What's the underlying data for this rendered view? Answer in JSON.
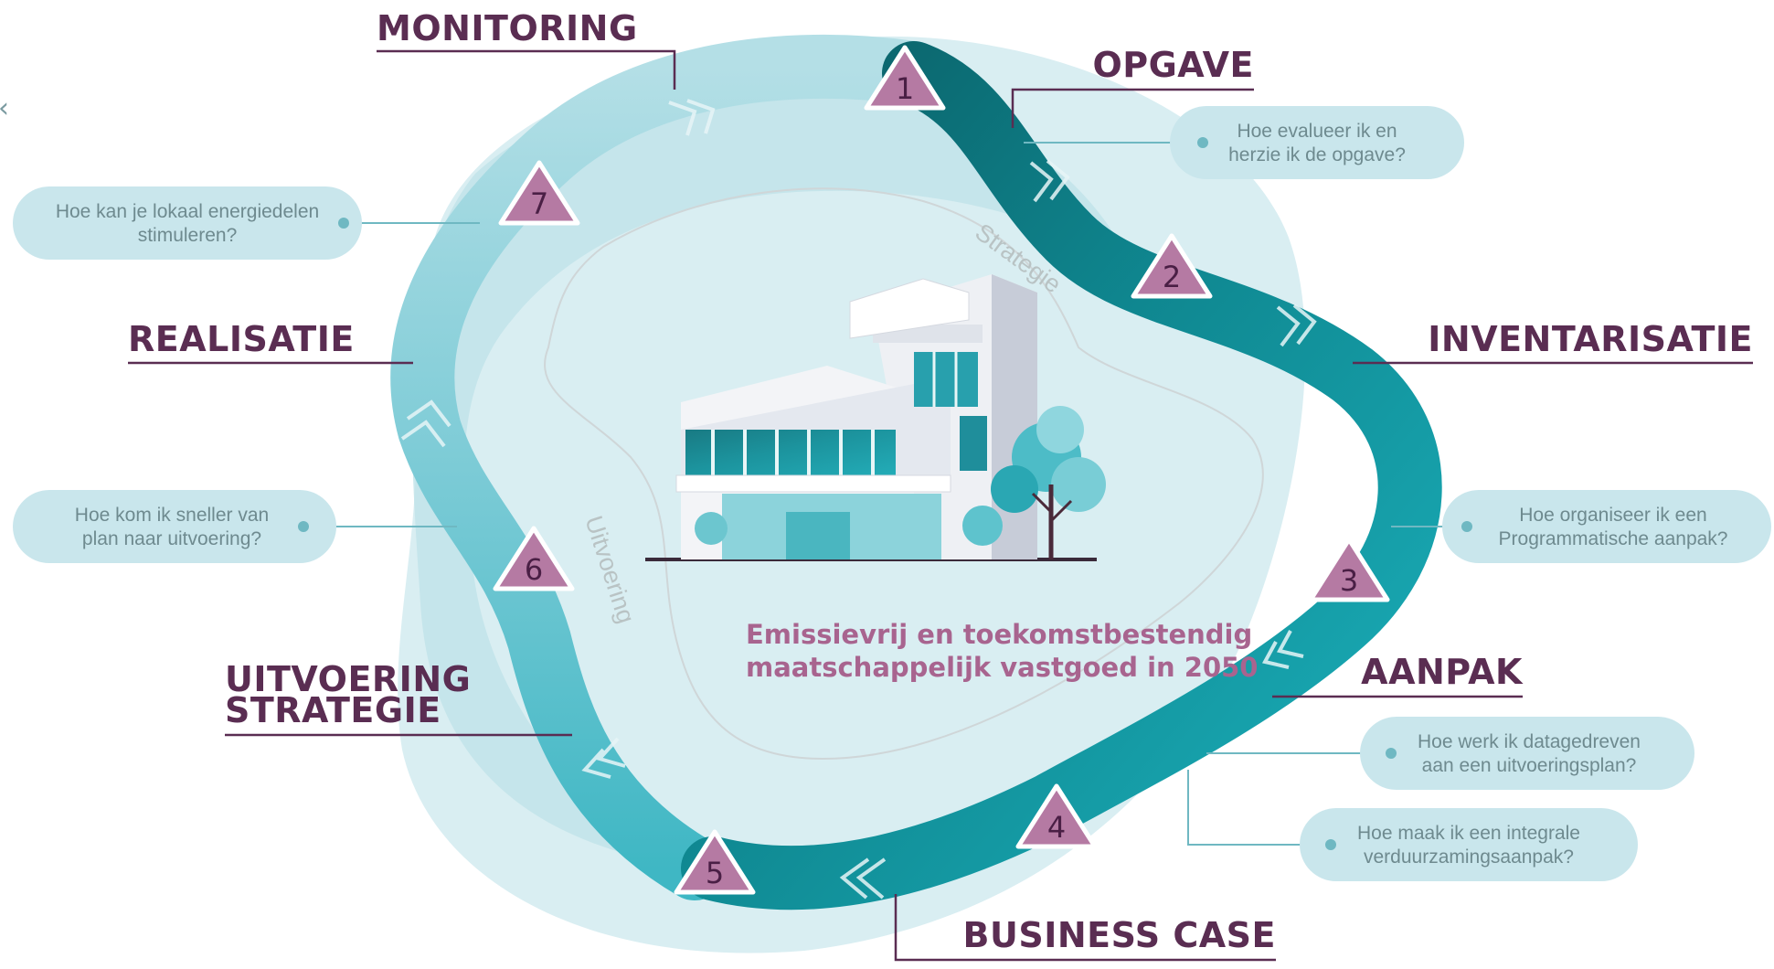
{
  "back_glyph": "‹",
  "center_title_line1": "Emissievrij en toekomstbestendig",
  "center_title_line2": "maatschappelijk vastgoed in 2050",
  "inner_labels": {
    "strategie": "Strategie",
    "uitvoering": "Uitvoering"
  },
  "phases": [
    {
      "id": "monitoring",
      "label": "MONITORING"
    },
    {
      "id": "opgave",
      "label": "OPGAVE"
    },
    {
      "id": "inventarisatie",
      "label": "INVENTARISATIE"
    },
    {
      "id": "aanpak",
      "label": "AANPAK"
    },
    {
      "id": "business_case",
      "label": "BUSINESS CASE"
    },
    {
      "id": "uitvoering_strategie",
      "label_line1": "UITVOERING",
      "label_line2": "STRATEGIE"
    },
    {
      "id": "realisatie",
      "label": "REALISATIE"
    }
  ],
  "steps": [
    "1",
    "2",
    "3",
    "4",
    "5",
    "6",
    "7"
  ],
  "questions": {
    "opgave": [
      "Hoe evalueer ik en",
      "herzie ik de opgave?"
    ],
    "monitoring": [
      "Hoe kan je lokaal energiedelen",
      "stimuleren?"
    ],
    "realisatie": [
      "Hoe kom ik sneller van",
      "plan naar uitvoering?"
    ],
    "inventarisatie": [
      "Hoe organiseer ik een",
      "Programmatische aanpak?"
    ],
    "aanpak_1": [
      "Hoe werk ik datagedreven",
      "aan een uitvoeringsplan?"
    ],
    "aanpak_2": [
      "Hoe maak ik een integrale",
      "verduurzamingsaanpak?"
    ]
  },
  "colors": {
    "heading": "#5a2d52",
    "marker_fill": "#b57aa3",
    "path_dark": "#0f6f75",
    "path_mid": "#14a3ad",
    "path_light": "#a8d7de",
    "bubble_bg": "#c9e6ec",
    "center_text": "#a8648f"
  }
}
